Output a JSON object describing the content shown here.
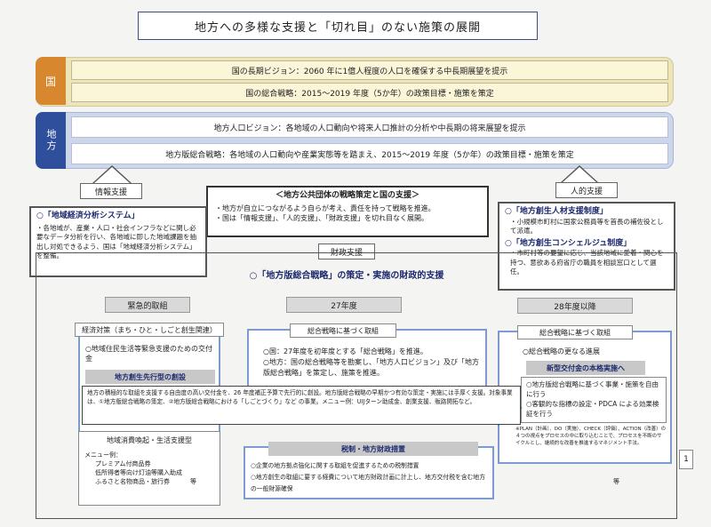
{
  "title": "地方への多様な支援と「切れ目」のない施策の展開",
  "kuni": {
    "label": "国",
    "vision": "国の長期ビジョン：2060 年に1億人程度の人口を確保する中長期展望を提示",
    "strategy": "国の総合戦略：2015～2019 年度（5か年）の政策目標・施策を策定"
  },
  "chihou": {
    "label": "地方",
    "vision": "地方人口ビジョン：各地域の人口動向や将来人口推計の分析や中長期の将来展望を提示",
    "strategy": "地方版総合戦略：各地域の人口動向や産業実態等を踏まえ、2015～2019 年度（5か年）の政策目標・施策を策定"
  },
  "support_tags": {
    "info": "情報支援",
    "human": "人的支援",
    "finance": "財政支援"
  },
  "center_box": {
    "title": "＜地方公共団体の戦略策定と国の支援＞",
    "lines": [
      "・地方が自立につながるよう自らが考え、責任を持って戦略を推進。",
      "・国は「情報支援」、「人的支援」、「財政支援」を切れ目なく展開。"
    ]
  },
  "info_box": {
    "title": "○「地域経済分析システム」",
    "text": "・各地域が、産業・人口・社会インフラなどに関し必要なデータ分析を行い、各地域に即した地域課題を抽出し対処できるよう、国は「地域経済分析システム」を整備。"
  },
  "human_box": {
    "title1": "○「地方創生人材支援制度」",
    "text1": "・小規模市町村に国家公務員等を首長の補佐役として派遣。",
    "title2": "○「地方創生コンシェルジュ制度」",
    "text2": "・市町村等の要望に応じ、当該地域に愛着・関心を持つ、意欲ある府省庁の職員を相談窓口として選任。"
  },
  "finance_title": "○「地方版総合戦略」の策定・実施の財政的支援",
  "columns": {
    "urgent": "緊急的取組",
    "fy27": "27年度",
    "fy28": "28年度以降"
  },
  "urgent": {
    "tag": "経済対策（まち・ひと・しごと創生関連）",
    "item1": "○地域住民生活等緊急支援のための交付金",
    "bar": "地方創生先行型の創設",
    "consume_title": "地域消費喚起・生活支援型",
    "menu_label": "メニュー例：",
    "menu": [
      "プレミアム付商品券",
      "低所得者等向け灯油等購入助成",
      "ふるさと名物商品・旅行券"
    ],
    "menu_etc": "等"
  },
  "fy27": {
    "tag": "総合戦略に基づく取組",
    "lines": [
      "○国：27年度を初年度とする「総合戦略」を推進。",
      "○地方：国の総合戦略等を勘案し、「地方人口ビジョン」及び「地方版総合戦略」を策定し、施策を推進。"
    ]
  },
  "fy28": {
    "tag": "総合戦略に基づく取組",
    "progress": "○総合戦略の更なる進展",
    "bar": "新型交付金の本格実施へ",
    "items": [
      "○地方版総合戦略に基づく事業・施策を自由に行う",
      "○客観的な指標の設定・PDCA による効果検証を行う"
    ],
    "note": "※PLAN（計画）、DO（実施）、CHECK（評価）、ACTION（改善）の４つの視点をプロセスの中に取り込むことで、プロセスを不断のサイクルとし、継続的な改善を推進するマネジメント手法。"
  },
  "overlay": "地方の積極的な取組を支援する自由度の高い交付金を、26 年度補正予算で先行的に創設。地方版総合戦略の早期かつ有効な策定・実施には手厚く支援。対象事業は、①地方版総合戦略の策定、②地方版総合戦略における「しごとづくり」など の事業。メニュー例：UIJターン助成金、創業支援、販路開拓など。",
  "tax": {
    "bar": "税制・地方財政措置",
    "lines": [
      "○企業の地方拠点強化に関する取組を促進するための税制措置",
      "○地方創生の取組に要する経費について地方財政計画に計上し、地方交付税を含む地方の一般財源確保"
    ],
    "etc": "等"
  },
  "page_number": "1",
  "colors": {
    "kuni": "#d7882f",
    "chihou": "#2f4f9c",
    "arrow": "#2f8fc6"
  }
}
